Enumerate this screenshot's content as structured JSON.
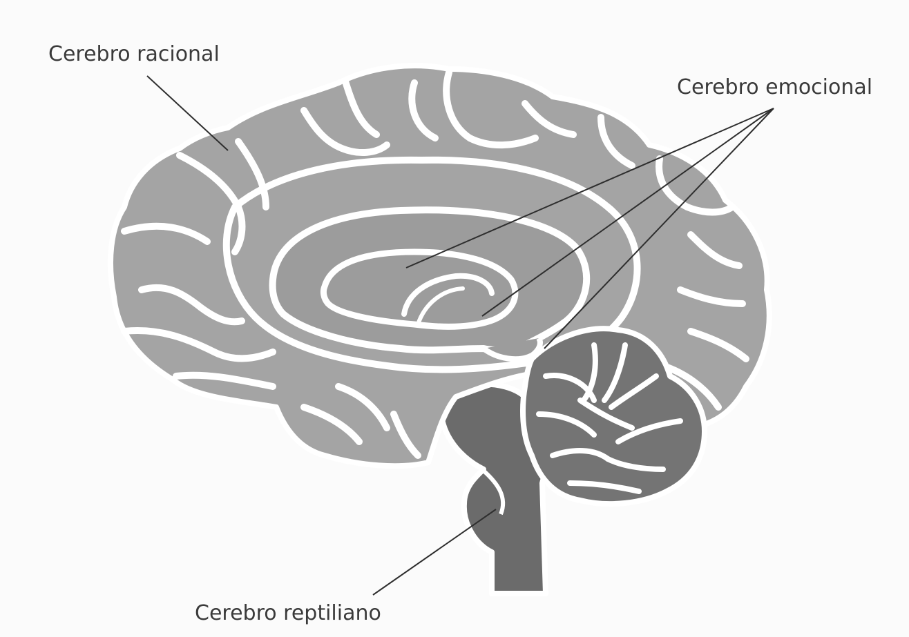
{
  "labels": {
    "rational": "Cerebro racional",
    "emotional": "Cerebro emocional",
    "reptilian": "Cerebro reptiliano"
  },
  "colors": {
    "background": "#fbfbfb",
    "cerebrum": "#a4a4a4",
    "limbic": "#9c9c9c",
    "brainstem": "#6b6b6b",
    "cerebellum": "#747474",
    "outline": "#ffffff",
    "leader_line": "#2e2e2e",
    "text": "#3a3a3a"
  }
}
